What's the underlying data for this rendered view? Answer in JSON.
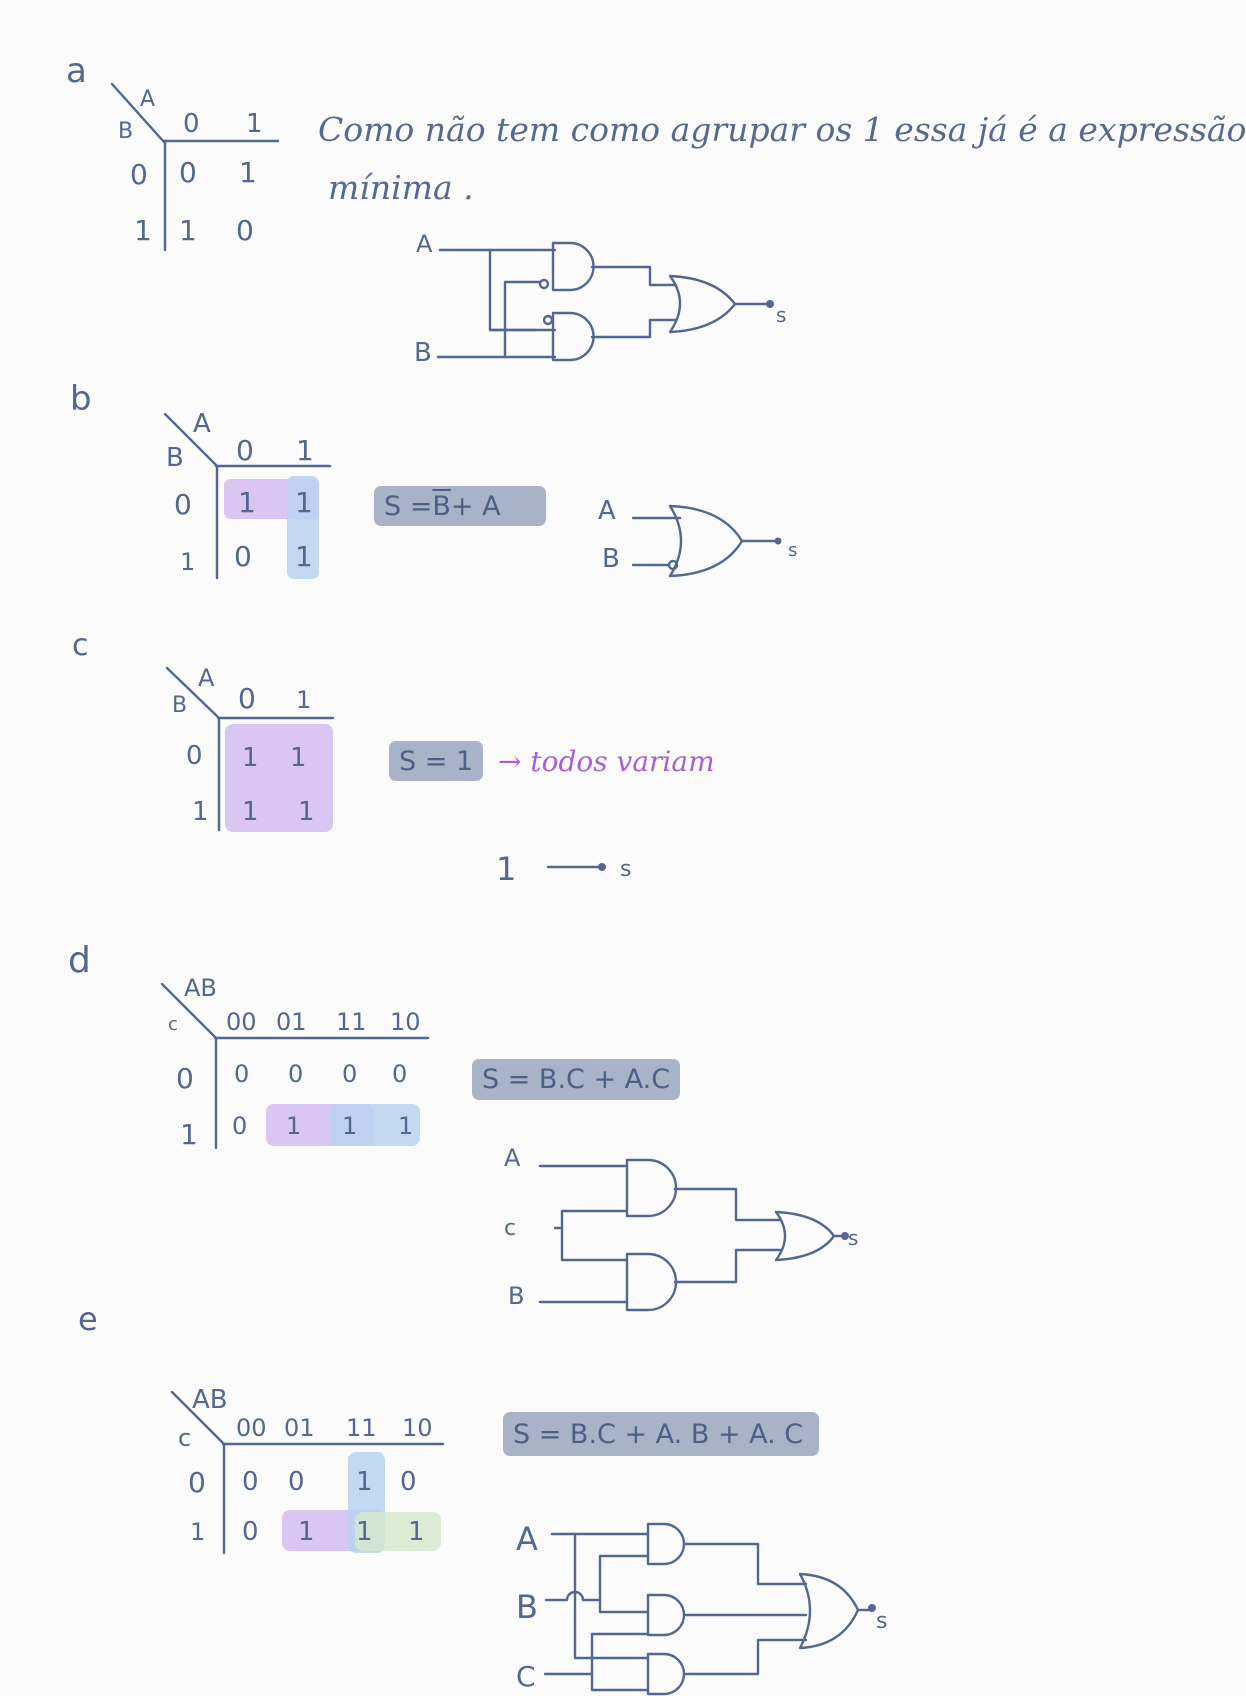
{
  "sections": {
    "a": {
      "letter": "a",
      "map": {
        "corner_top": "A",
        "corner_left": "B",
        "cols": [
          "0",
          "1"
        ],
        "rows": [
          "0",
          "1"
        ],
        "cells": [
          [
            "0",
            "1"
          ],
          [
            "1",
            "0"
          ]
        ]
      },
      "note_line1": "Como não tem como agrupar os 1 essa já é a expressão",
      "note_line2": "mínima .",
      "circuit": {
        "in_a": "A",
        "in_b": "B",
        "out": "s"
      }
    },
    "b": {
      "letter": "b",
      "map": {
        "corner_top": "A",
        "corner_left": "B",
        "cols": [
          "0",
          "1"
        ],
        "rows": [
          "0",
          "1"
        ],
        "cells": [
          [
            "1",
            "1"
          ],
          [
            "0",
            "1"
          ]
        ]
      },
      "eq_prefix": "S = ",
      "eq_bar": "B",
      "eq_suffix": " + A",
      "circuit": {
        "in_a": "A",
        "in_b": "B",
        "out": "s"
      }
    },
    "c": {
      "letter": "c",
      "map": {
        "corner_top": "A",
        "corner_left": "B",
        "cols": [
          "0",
          "1"
        ],
        "rows": [
          "0",
          "1"
        ],
        "cells": [
          [
            "1",
            "1"
          ],
          [
            "1",
            "1"
          ]
        ]
      },
      "eq": "S = 1",
      "note": "→ todos variam",
      "circuit": {
        "input": "1",
        "out": "s"
      }
    },
    "d": {
      "letter": "d",
      "map": {
        "corner_top": "AB",
        "corner_left": "c",
        "cols": [
          "00",
          "01",
          "11",
          "10"
        ],
        "rows": [
          "0",
          "1"
        ],
        "cells": [
          [
            "0",
            "0",
            "0",
            "0"
          ],
          [
            "0",
            "1",
            "1",
            "1"
          ]
        ]
      },
      "eq": "S = B.C + A.C",
      "circuit": {
        "in_a": "A",
        "in_c": "c",
        "in_b": "B",
        "out": "s"
      }
    },
    "e": {
      "letter": "e",
      "map": {
        "corner_top": "AB",
        "corner_left": "c",
        "cols": [
          "00",
          "01",
          "11",
          "10"
        ],
        "rows": [
          "0",
          "1"
        ],
        "cells": [
          [
            "0",
            "0",
            "1",
            "0"
          ],
          [
            "0",
            "1",
            "1",
            "1"
          ]
        ]
      },
      "eq": "S = B.C + A. B + A. C",
      "circuit": {
        "in_a": "A",
        "in_b": "B",
        "in_c": "C",
        "out": "s"
      }
    }
  },
  "colors": {
    "ink": "#53678f",
    "purple_group": "#d9c6f3",
    "blue_group": "#b9d2ef",
    "green_group": "#d6e8cc",
    "eq_box": "#a9b3c7",
    "note_purple": "#a561dc"
  }
}
